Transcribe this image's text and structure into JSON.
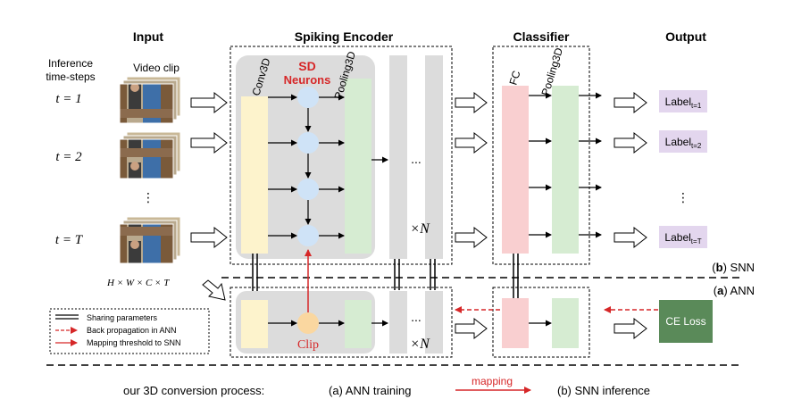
{
  "headers": {
    "input": "Input",
    "encoder": "Spiking Encoder",
    "classifier": "Classifier",
    "output": "Output"
  },
  "inference_label": [
    "Inference",
    "time-steps"
  ],
  "video_clip": "Video clip",
  "timesteps": [
    "t = 1",
    "t = 2",
    "t = T"
  ],
  "dims": "H × W × C × T",
  "encoder": {
    "conv": "Conv3D",
    "neurons": [
      "SD",
      "Neurons"
    ],
    "pool": "Pooling3D",
    "repeat": "×N",
    "dots": "..."
  },
  "classifier": {
    "fc": "FC",
    "pool": "Pooling3D"
  },
  "outputs": [
    {
      "main": "Label",
      "sub": "t=1"
    },
    {
      "main": "Label",
      "sub": "t=2"
    },
    {
      "main": "Label",
      "sub": "t=T"
    }
  ],
  "ann": {
    "clip": "Clip",
    "loss": "CE Loss",
    "repeat": "×N",
    "dots": "..."
  },
  "sections": {
    "snn": {
      "letter": "b",
      "name": "SNN"
    },
    "ann": {
      "letter": "a",
      "name": "ANN"
    }
  },
  "legend": [
    "Sharing parameters",
    "Back propagation in ANN",
    "Mapping threshold to SNN"
  ],
  "process": {
    "lead": "our 3D conversion process:",
    "training": "(a) ANN training",
    "mapping": "mapping",
    "inference": "(b) SNN inference"
  },
  "colors": {
    "conv": "#fdf3cc",
    "pool": "#d6ecd2",
    "fc": "#f9cfd0",
    "neuron": "#cfe3f7",
    "clip": "#fad7a0",
    "label": "#e3d6ee",
    "loss": "#5a8a59",
    "gray": "#dcdcdc",
    "red": "#d62728"
  }
}
